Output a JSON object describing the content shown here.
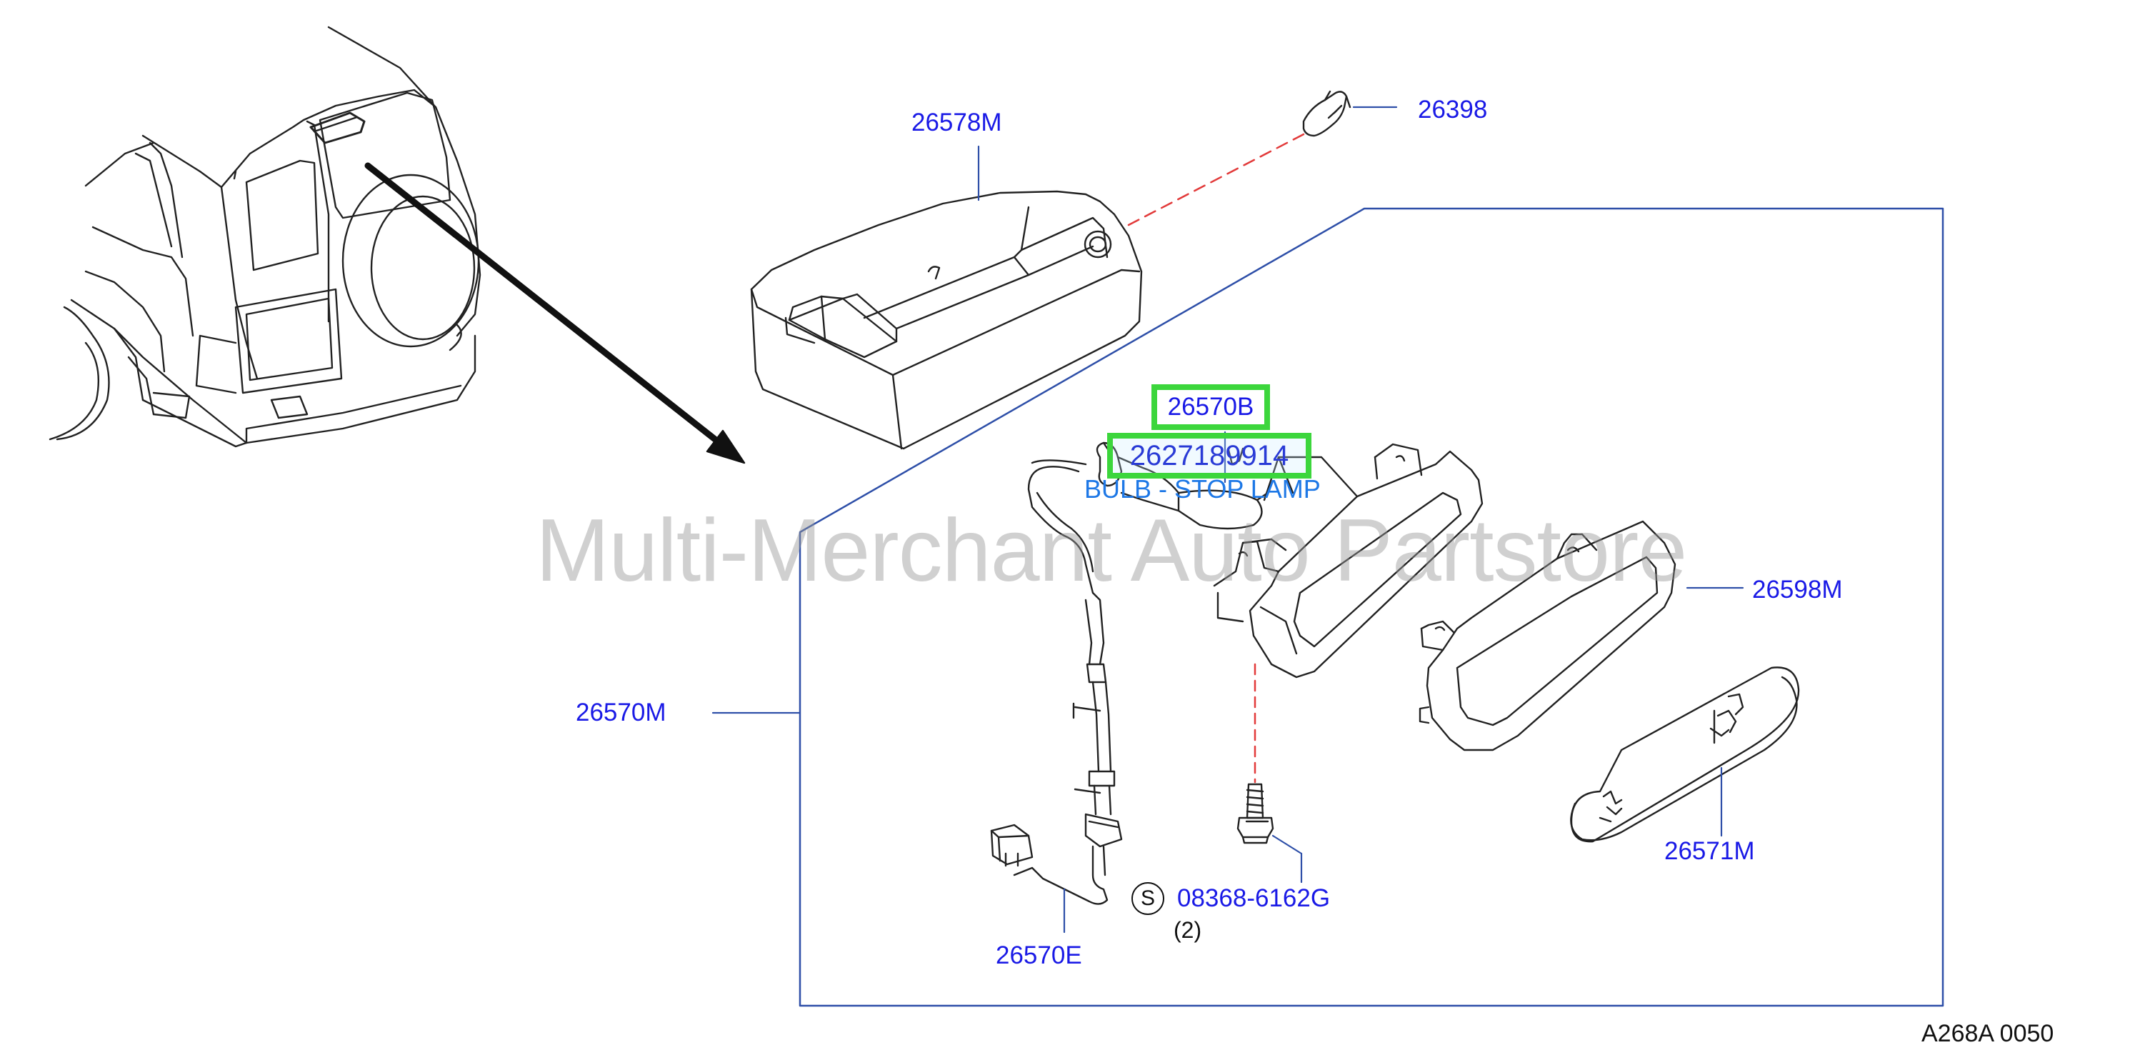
{
  "labels": {
    "part_26578M": "26578M",
    "part_26398": "26398",
    "part_26570B": "26570B",
    "part_selected": "2627189914",
    "bulb_description": "BULB - STOP LAMP",
    "part_26598M": "26598M",
    "part_26570M": "26570M",
    "part_26571M": "26571M",
    "part_08368": "08368-6162G",
    "screw_quantity": "(2)",
    "s_symbol": "S",
    "part_26570E": "26570E"
  },
  "watermark": "Multi-Merchant Auto Partstore",
  "reference_code": "A268A   0050",
  "colors": {
    "label_blue": "#1a1ae6",
    "highlight_green": "#3cd63c",
    "leader_line": "#2e4fa8",
    "dashed_red": "#e23a3a",
    "drawing": "#222222",
    "bulb_text": "#1e78e6"
  }
}
